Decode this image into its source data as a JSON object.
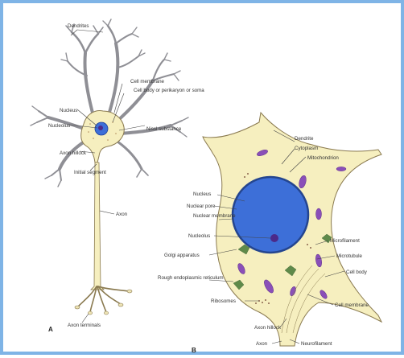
{
  "figure": {
    "border_color": "#7fb4e6",
    "cell_fill": "#f6efbf",
    "nucleus_color": "#3d6fd8",
    "organelle_color": "#8a4fb8"
  },
  "panel_a": {
    "letter": "A",
    "labels": {
      "dendrites": "Dendrites",
      "cell_membrane": "Cell membrane",
      "cell_body": "Cell body or perikaryon or soma",
      "nucleus": "Nucleus",
      "nucleolus": "Nucleolus",
      "nissl_substance": "Nissl substance",
      "axon_hillock": "Axon hillock",
      "initial_segment": "Initial segment",
      "axon": "Axon",
      "axon_terminals": "Axon terminals"
    }
  },
  "panel_b": {
    "letter": "B",
    "labels": {
      "dendrite": "Dendrite",
      "cytoplasm": "Cytoplasm",
      "mitochondrion": "Mitochondrion",
      "nucleus": "Nucleus",
      "nuclear_pore": "Nuclear pore",
      "nuclear_membrane": "Nuclear membrane",
      "nucleolus": "Nucleolus",
      "golgi_apparatus": "Golgi apparatus",
      "rough_er": "Rough endoplasmic reticulum",
      "ribosomes": "Ribosomes",
      "microfilament": "Microfilament",
      "microtubule": "Microtubule",
      "cell_body": "Cell body",
      "cell_membrane": "Cell membrane",
      "axon_hillock": "Axon hillock",
      "axon": "Axon",
      "neurofilament": "Neurofilament"
    }
  }
}
